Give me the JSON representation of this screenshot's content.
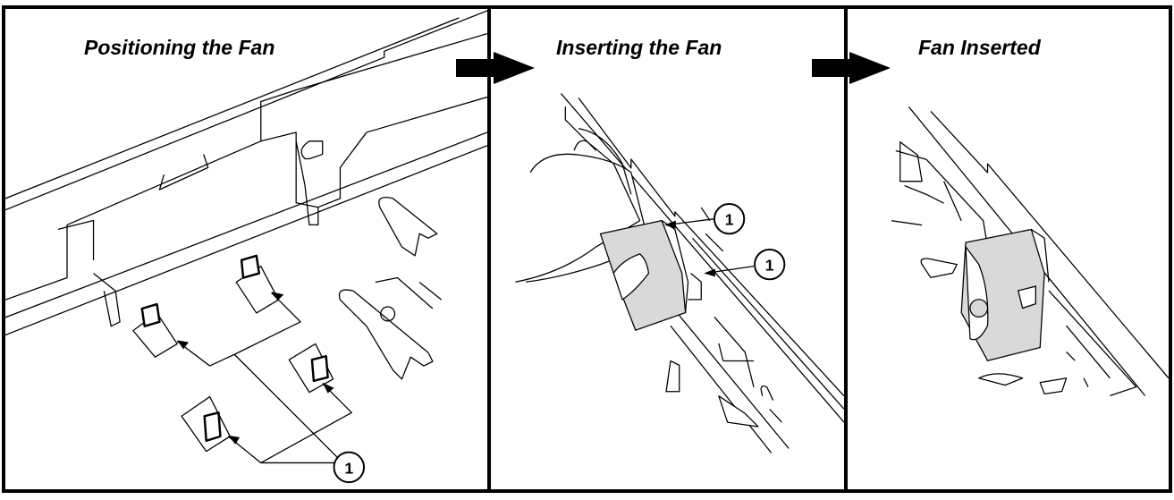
{
  "panels": [
    {
      "title": "Positioning the Fan",
      "callout": "1"
    },
    {
      "title": "Inserting the Fan",
      "callouts": [
        "1",
        "1"
      ]
    },
    {
      "title": "Fan Inserted"
    }
  ],
  "colors": {
    "line": "#000000",
    "fan": "#d9d9d9",
    "background": "#ffffff"
  }
}
